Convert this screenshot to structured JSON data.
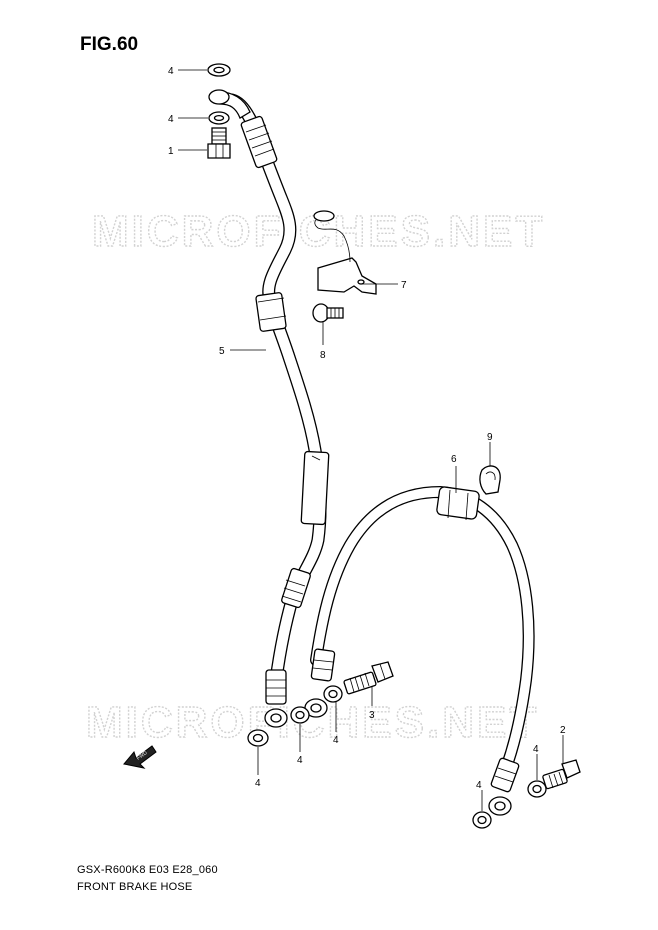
{
  "figure": {
    "title": "FIG.60"
  },
  "watermark": {
    "text": "MICROFICHES.NET"
  },
  "callouts": {
    "c1": "1",
    "c2": "2",
    "c3": "3",
    "c4a": "4",
    "c4b": "4",
    "c4c": "4",
    "c4d": "4",
    "c4e": "4",
    "c4f": "4",
    "c4g": "4",
    "c5": "5",
    "c6": "6",
    "c7": "7",
    "c8": "8",
    "c9": "9"
  },
  "direction_arrow": {
    "label": "FWD"
  },
  "footer": {
    "model_code": "GSX-R600K8 E03 E28_060",
    "name": "FRONT BRAKE  HOSE"
  },
  "colors": {
    "line": "#000000",
    "watermark": "#d2d2d2",
    "background": "#ffffff"
  }
}
